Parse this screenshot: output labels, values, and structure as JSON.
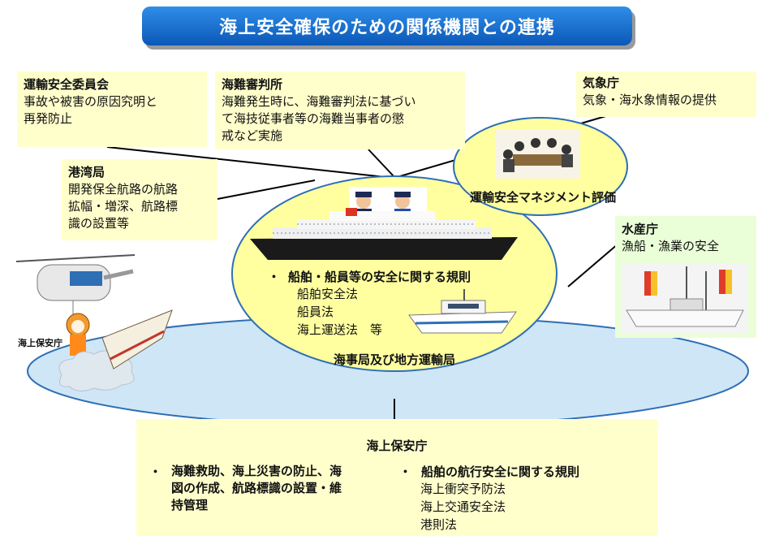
{
  "title": "海上安全確保のための関係機関との連携",
  "jtsb": {
    "name": "運輸安全委員会",
    "desc": "事故や被害の原因究明と再発防止",
    "desc_lines": [
      "事故や被害の原因究明と",
      "再発防止"
    ]
  },
  "tribunal": {
    "name": "海難審判所",
    "desc_lines": [
      "海難発生時に、海難審判法に基づい",
      "て海技従事者等の海難当事者の懲",
      "戒など実施"
    ]
  },
  "jma": {
    "name": "気象庁",
    "desc": "気象・海水象情報の提供"
  },
  "ports": {
    "name": "港湾局",
    "desc_lines": [
      "開発保全航路の航路",
      "拡幅・増深、航路標",
      "識の設置等"
    ]
  },
  "fisheries": {
    "name": "水産庁",
    "desc": "漁船・漁業の安全"
  },
  "management": {
    "label": "運輸安全マネジメント評価"
  },
  "center": {
    "bullet": "・",
    "heading": "船舶・船員等の安全に関する規則",
    "items": [
      "船舶安全法",
      "船員法",
      "海上運送法　等"
    ]
  },
  "sea": {
    "label": "海事局及び地方運輸局"
  },
  "coast_guard_small": "海上保安庁",
  "coast_guard": {
    "title": "海上保安庁",
    "left_bullet": "・",
    "left_lines": [
      "海難救助、海上災害の防止、海",
      "図の作成、航路標識の設置・維",
      "持管理"
    ],
    "right_bullet": "・",
    "right_heading": "船舶の航行安全に関する規則",
    "right_items": [
      "海上衝突予防法",
      "海上交通安全法",
      "港則法"
    ]
  },
  "colors": {
    "title_bg": "#0b57b8",
    "note_bg": "#ffffcc",
    "ellipse_fill": "#ffffa0",
    "sea_fill": "#cfe6f7",
    "green_bg": "#e6ffcc"
  }
}
